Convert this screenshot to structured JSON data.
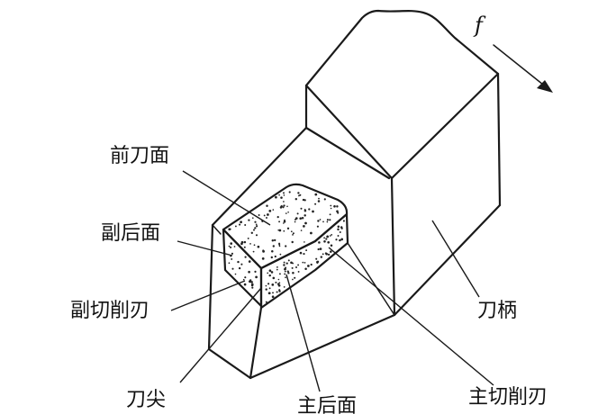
{
  "feed_symbol": "f",
  "labels": {
    "rake_face": "前刀面",
    "minor_flank": "副后面",
    "minor_cutting_edge": "副切削刃",
    "tool_tip": "刀尖",
    "major_flank": "主后面",
    "shank": "刀柄",
    "major_cutting_edge": "主切削刃"
  },
  "colors": {
    "line": "#1a1a1a",
    "background": "#ffffff"
  }
}
